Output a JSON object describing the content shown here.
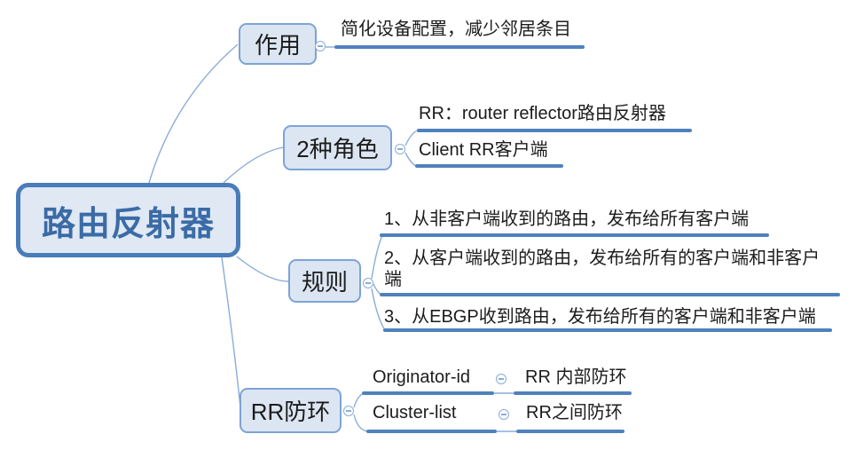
{
  "root": {
    "label": "路由反射器"
  },
  "branches": [
    {
      "label": "作用",
      "children": [
        {
          "label": "简化设备配置，减少邻居条目"
        }
      ]
    },
    {
      "label": "2种角色",
      "children": [
        {
          "label": "RR：router reflector路由反射器"
        },
        {
          "label": "Client RR客户端"
        }
      ]
    },
    {
      "label": "规则",
      "children": [
        {
          "label": "1、从非客户端收到的路由，发布给所有客户端"
        },
        {
          "label": "2、从客户端收到的路由，发布给所有的客户端和非客户端"
        },
        {
          "label": "3、从EBGP收到路由，发布给所有的客户端和非客户端"
        }
      ]
    },
    {
      "label": "RR防环",
      "children": [
        {
          "label": "Originator-id",
          "children": [
            {
              "label": "RR 内部防环"
            }
          ]
        },
        {
          "label": "Cluster-list",
          "children": [
            {
              "label": "RR之间防环"
            }
          ]
        }
      ]
    }
  ],
  "icons": {
    "collapse_toggle": "minus-circle"
  },
  "colors": {
    "node_fill": "#dce6f2",
    "node_border": "#7da3d6",
    "root_border": "#4a7cba",
    "root_text": "#3b6ba6",
    "connector_line": "#8aacd8",
    "underline": "#4f81bd",
    "text": "#1c1c1c",
    "background": "#ffffff"
  }
}
